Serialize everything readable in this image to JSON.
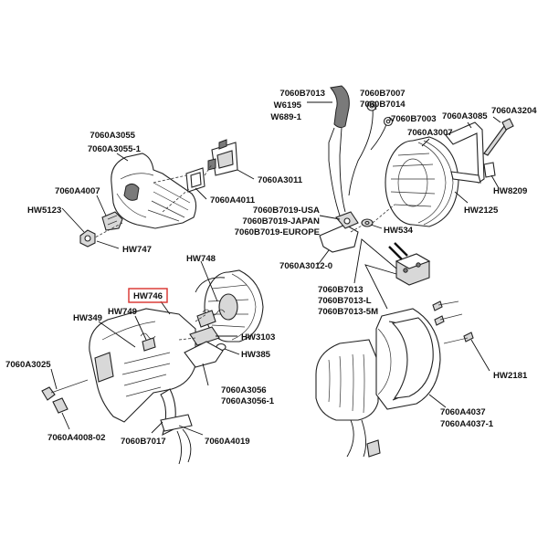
{
  "highlight_color": "#d9302c",
  "labels": {
    "l_7060A3055": "7060A3055",
    "l_7060A3055_1": "7060A3055-1",
    "l_7060A4007": "7060A4007",
    "l_HW5123": "HW5123",
    "l_HW747": "HW747",
    "l_7060A4011": "7060A4011",
    "l_7060A3011": "7060A3011",
    "l_7060B7013_top": "7060B7013",
    "l_W6195": "W6195",
    "l_W689_1": "W689-1",
    "l_7060B7007": "7060B7007",
    "l_7060B7014": "7060B7014",
    "l_7060B7003": "7060B7003",
    "l_7060A3085": "7060A3085",
    "l_7060A3204": "7060A3204",
    "l_7060A3007": "7060A3007",
    "l_HW8209": "HW8209",
    "l_HW2125": "HW2125",
    "l_7060B7019_USA": "7060B7019-USA",
    "l_7060B7019_JAPAN": "7060B7019-JAPAN",
    "l_7060B7019_EUROPE": "7060B7019-EUROPE",
    "l_HW534": "HW534",
    "l_7060A3012_0": "7060A3012-0",
    "l_7060B7013_mid": "7060B7013",
    "l_7060B7013_L": "7060B7013-L",
    "l_7060B7013_5M": "7060B7013-5M",
    "l_HW748": "HW748",
    "l_HW746": "HW746",
    "l_HW749": "HW749",
    "l_HW349": "HW349",
    "l_HW3103": "HW3103",
    "l_HW385": "HW385",
    "l_7060A3025": "7060A3025",
    "l_7060A3056": "7060A3056",
    "l_7060A3056_1": "7060A3056-1",
    "l_7060A4008_02": "7060A4008-02",
    "l_7060B7017": "7060B7017",
    "l_7060A4019": "7060A4019",
    "l_HW2181": "HW2181",
    "l_7060A4037": "7060A4037",
    "l_7060A4037_1": "7060A4037-1"
  }
}
